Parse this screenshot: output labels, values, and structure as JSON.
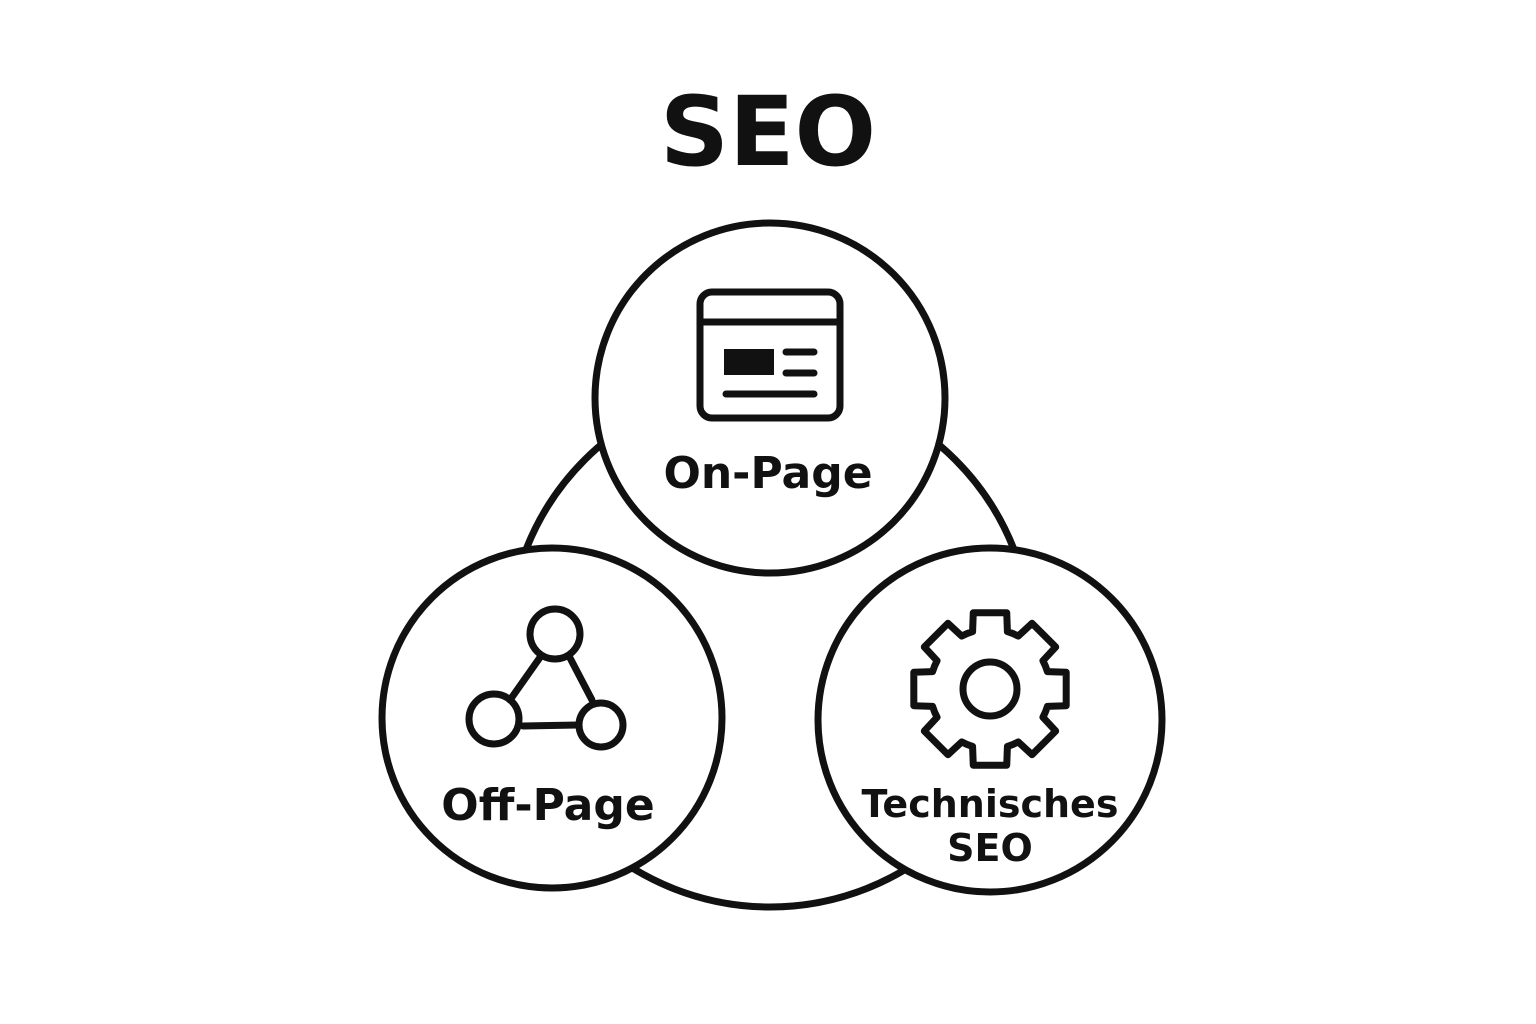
{
  "diagram": {
    "title": "SEO",
    "nodes": {
      "on_page": {
        "label": "On-Page",
        "icon": "webpage-layout-icon"
      },
      "off_page": {
        "label": "Off-Page",
        "icon": "network-nodes-icon"
      },
      "technical": {
        "label_line1": "Technisches",
        "label_line2": "SEO",
        "icon": "gear-icon"
      }
    }
  }
}
